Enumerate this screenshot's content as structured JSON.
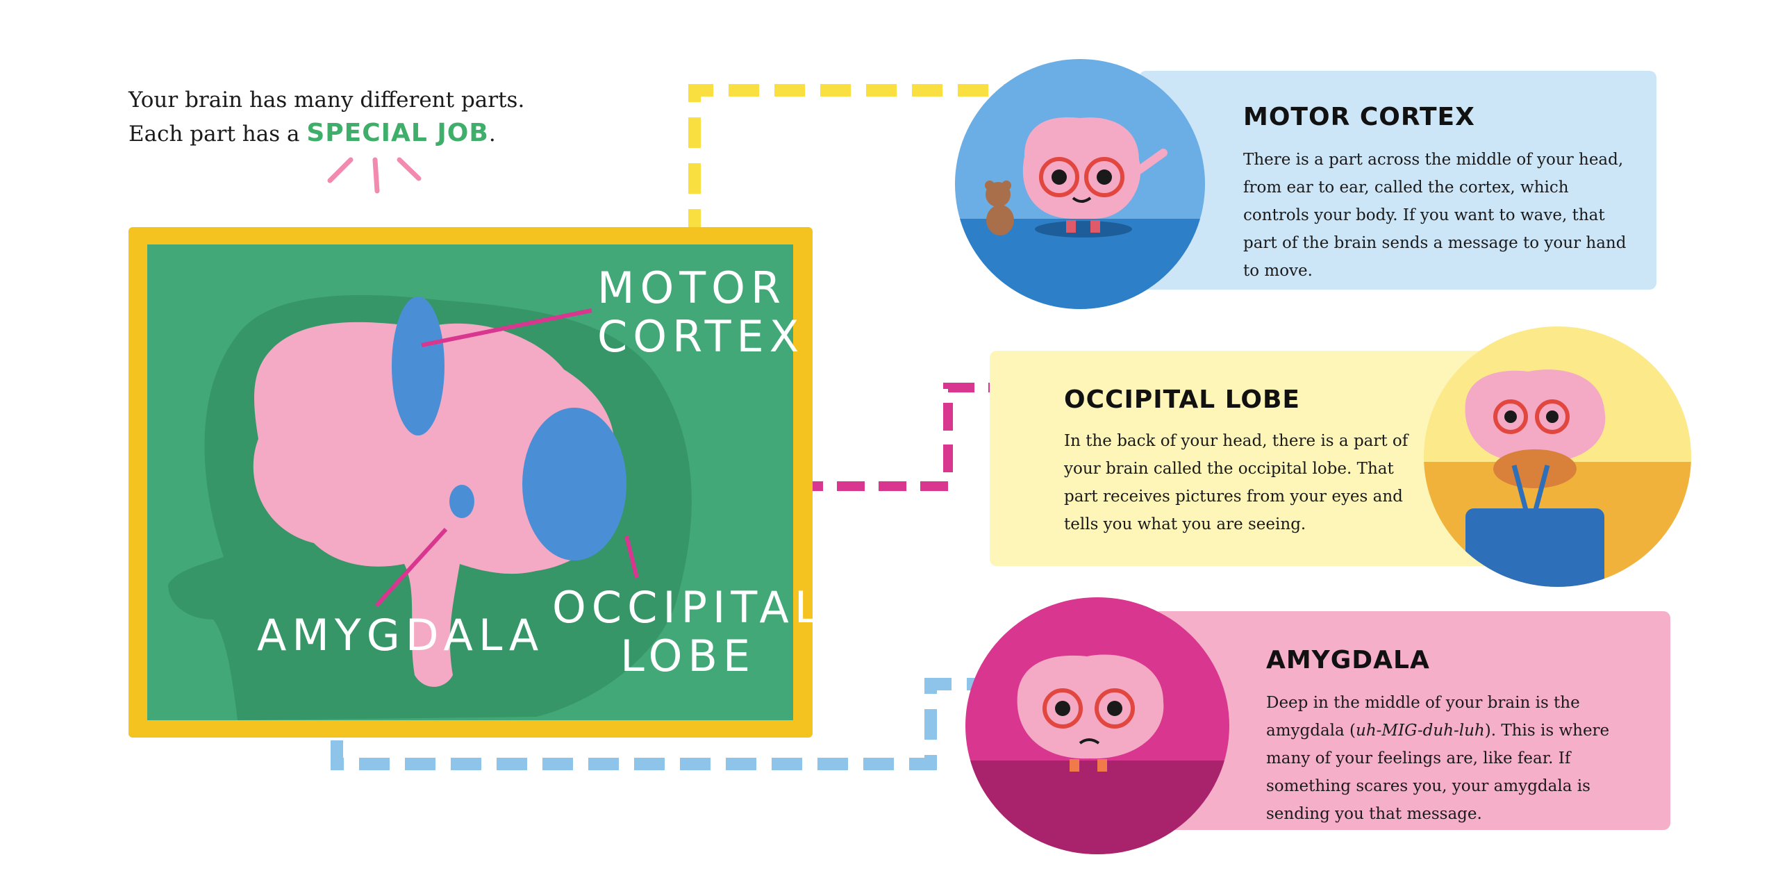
{
  "intro": {
    "line1": "Your brain has many different parts.",
    "line2_prefix": "Each part has a",
    "line2_highlight": "SPECIAL JOB",
    "line2_suffix": "."
  },
  "board": {
    "labels": {
      "motor_cortex": "MOTOR\nCORTEX",
      "occipital_lobe": "OCCIPITAL\nLOBE",
      "amygdala": "AMYGDALA"
    }
  },
  "cards": {
    "motor_cortex": {
      "title": "MOTOR CORTEX",
      "body": "There is a part across the middle of your head, from ear to ear, called the cortex, which controls your body. If you want to wave, that part of the brain sends a message to your hand to move."
    },
    "occipital_lobe": {
      "title": "OCCIPITAL LOBE",
      "body": "In the back of your head, there is a part of your brain called the occipital lobe. That part receives pictures from your eyes and tells you what you are seeing."
    },
    "amygdala": {
      "title": "AMYGDALA",
      "body_part1": "Deep in the middle of your brain is the amygdala (",
      "body_pronunciation": "uh-MIG-duh-luh",
      "body_part2": "). This is where many of your feelings are, like fear. If something scares you, your amygdala is sending you that message."
    }
  },
  "colors": {
    "board_green": "#43a877",
    "frame_yellow": "#f5c320",
    "brain_pink": "#f4a9c4",
    "region_blue": "#4a8fd6",
    "motor_card": "#cde6f7",
    "occipital_card": "#fdf6b8",
    "amygdala_card": "#f5afc8",
    "connector_yellow": "#f9e040",
    "connector_magenta": "#d9368f",
    "connector_blue": "#8ec3ea",
    "highlight_green": "#3fae6a"
  },
  "icons": [
    "burst-icon",
    "brain-character-waving",
    "brain-character-surprised",
    "brain-character-worried",
    "teddy-bear-icon"
  ]
}
